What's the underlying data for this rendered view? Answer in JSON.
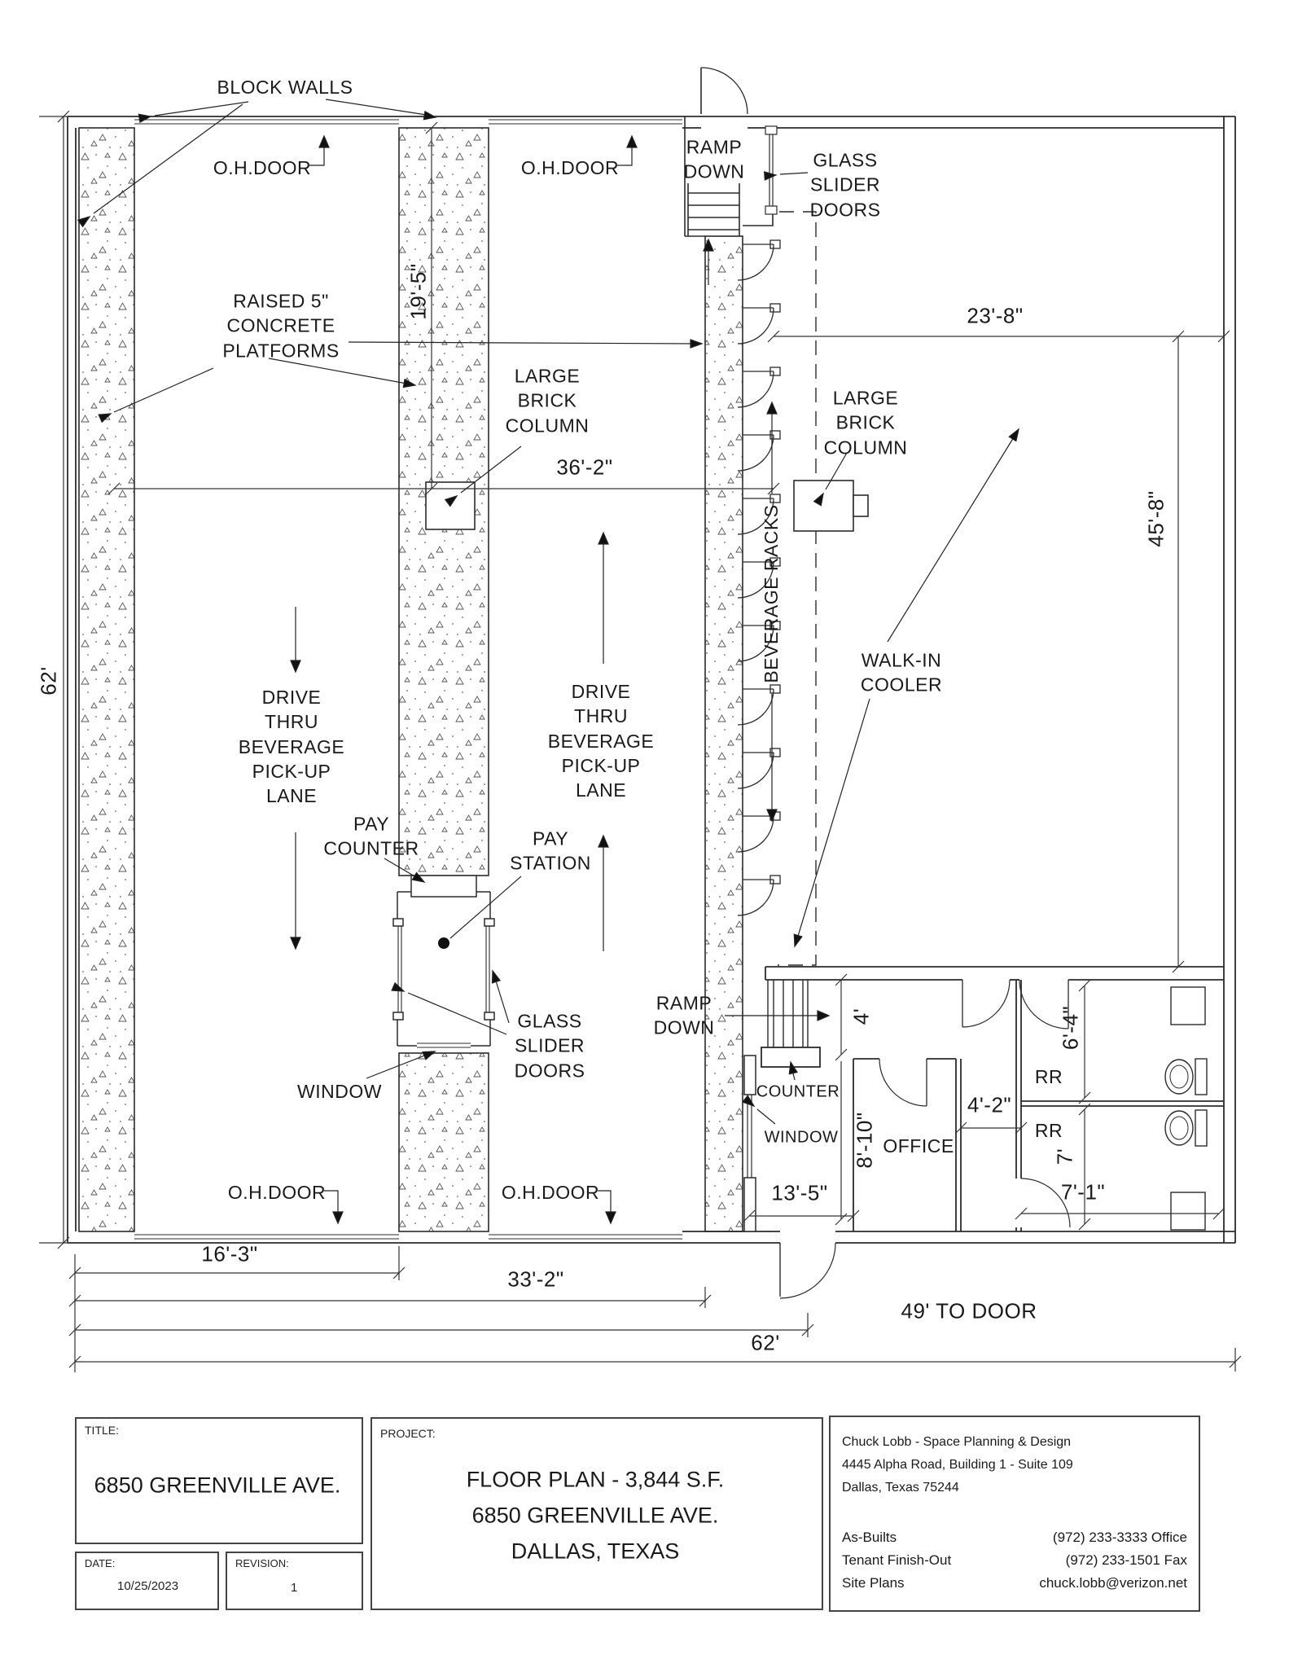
{
  "plan": {
    "block_walls": "BLOCK WALLS",
    "oh_door": "O.H.DOOR",
    "ramp_down": [
      "RAMP",
      "DOWN"
    ],
    "glass_slider_doors": [
      "GLASS",
      "SLIDER",
      "DOORS"
    ],
    "raised_platforms": [
      "RAISED 5\"",
      "CONCRETE",
      "PLATFORMS"
    ],
    "large_brick_column": [
      "LARGE",
      "BRICK",
      "COLUMN"
    ],
    "beverage_racks": "BEVERAGE RACKS",
    "walk_in_cooler": [
      "WALK-IN",
      "COOLER"
    ],
    "drive_thru_lane": [
      "DRIVE",
      "THRU",
      "BEVERAGE",
      "PICK-UP",
      "LANE"
    ],
    "pay_counter": [
      "PAY",
      "COUNTER"
    ],
    "pay_station": [
      "PAY",
      "STATION"
    ],
    "window": "WINDOW",
    "counter": "COUNTER",
    "office": "OFFICE",
    "rr": "RR"
  },
  "dims": {
    "d19_5": "19'-5\"",
    "d23_8": "23'-8\"",
    "d36_2": "36'-2\"",
    "d45_8": "45'-8\"",
    "d62_left": "62'",
    "d4": "4'",
    "d4_2": "4'-2\"",
    "d6_4": "6'-4\"",
    "d7": "7'",
    "d7_1": "7'-1\"",
    "d8_10": "8'-10\"",
    "d13_5": "13'-5\"",
    "d16_3": "16'-3\"",
    "d33_2": "33'-2\"",
    "d49_door": "49' TO DOOR",
    "d62_bottom": "62'"
  },
  "title_block": {
    "title_label": "TITLE:",
    "title": "6850 GREENVILLE AVE.",
    "date_label": "DATE:",
    "date": "10/25/2023",
    "revision_label": "REVISION:",
    "revision": "1",
    "project_label": "PROJECT:",
    "project_lines": [
      "FLOOR PLAN - 3,844 S.F.",
      "6850 GREENVILLE AVE.",
      "DALLAS, TEXAS"
    ],
    "firm_lines": [
      "Chuck Lobb - Space Planning & Design",
      "4445 Alpha Road, Building 1 - Suite 109",
      "Dallas, Texas 75244"
    ],
    "services": [
      "As-Builts",
      "Tenant Finish-Out",
      "Site Plans"
    ],
    "contact": [
      "(972) 233-3333 Office",
      "(972) 233-1501 Fax",
      "chuck.lobb@verizon.net"
    ]
  }
}
